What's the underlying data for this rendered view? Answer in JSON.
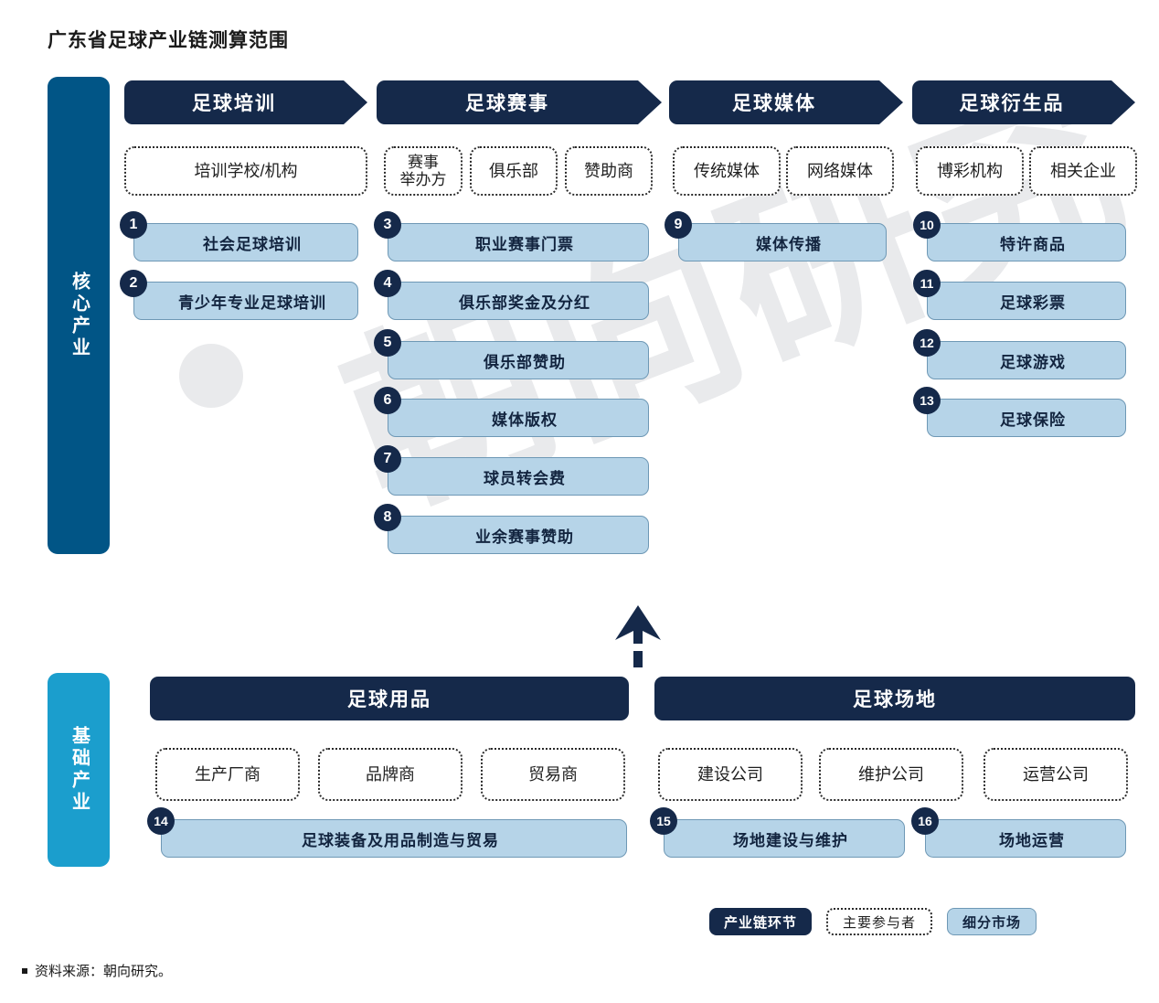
{
  "title": "广东省足球产业链测算范围",
  "colors": {
    "header_navy": "#15294a",
    "rail_core": "#015586",
    "rail_base": "#1b9ecd",
    "segment_fill": "#b6d4e8",
    "segment_border": "#6e98b5",
    "watermark": "#e9eaec"
  },
  "watermark": {
    "text": "朝向研究"
  },
  "rails": {
    "core": {
      "label": "核心产业"
    },
    "base": {
      "label": "基础产业"
    }
  },
  "core_columns": [
    {
      "header": "足球培训",
      "participants": [
        {
          "label": "培训学校/机构"
        }
      ],
      "segments": [
        {
          "num": "1",
          "label": "社会足球培训"
        },
        {
          "num": "2",
          "label": "青少年专业足球培训"
        }
      ]
    },
    {
      "header": "足球赛事",
      "participants": [
        {
          "label": "赛事\n举办方"
        },
        {
          "label": "俱乐部"
        },
        {
          "label": "赞助商"
        }
      ],
      "segments": [
        {
          "num": "3",
          "label": "职业赛事门票"
        },
        {
          "num": "4",
          "label": "俱乐部奖金及分红"
        },
        {
          "num": "5",
          "label": "俱乐部赞助"
        },
        {
          "num": "6",
          "label": "媒体版权"
        },
        {
          "num": "7",
          "label": "球员转会费"
        },
        {
          "num": "8",
          "label": "业余赛事赞助"
        }
      ]
    },
    {
      "header": "足球媒体",
      "participants": [
        {
          "label": "传统媒体"
        },
        {
          "label": "网络媒体"
        }
      ],
      "segments": [
        {
          "num": "9",
          "label": "媒体传播"
        }
      ]
    },
    {
      "header": "足球衍生品",
      "participants": [
        {
          "label": "博彩机构"
        },
        {
          "label": "相关企业"
        }
      ],
      "segments": [
        {
          "num": "10",
          "label": "特许商品"
        },
        {
          "num": "11",
          "label": "足球彩票"
        },
        {
          "num": "12",
          "label": "足球游戏"
        },
        {
          "num": "13",
          "label": "足球保险"
        }
      ]
    }
  ],
  "base_blocks": [
    {
      "header": "足球用品",
      "participants": [
        {
          "label": "生产厂商"
        },
        {
          "label": "品牌商"
        },
        {
          "label": "贸易商"
        }
      ],
      "segments": [
        {
          "num": "14",
          "label": "足球装备及用品制造与贸易"
        }
      ]
    },
    {
      "header": "足球场地",
      "participants": [
        {
          "label": "建设公司"
        },
        {
          "label": "维护公司"
        },
        {
          "label": "运营公司"
        }
      ],
      "segments": [
        {
          "num": "15",
          "label": "场地建设与维护"
        },
        {
          "num": "16",
          "label": "场地运营"
        }
      ]
    }
  ],
  "legend": [
    {
      "label": "产业链环节",
      "style": "dark"
    },
    {
      "label": "主要参与者",
      "style": "dotted"
    },
    {
      "label": "细分市场",
      "style": "light"
    }
  ],
  "source": "资料来源：朝向研究。"
}
